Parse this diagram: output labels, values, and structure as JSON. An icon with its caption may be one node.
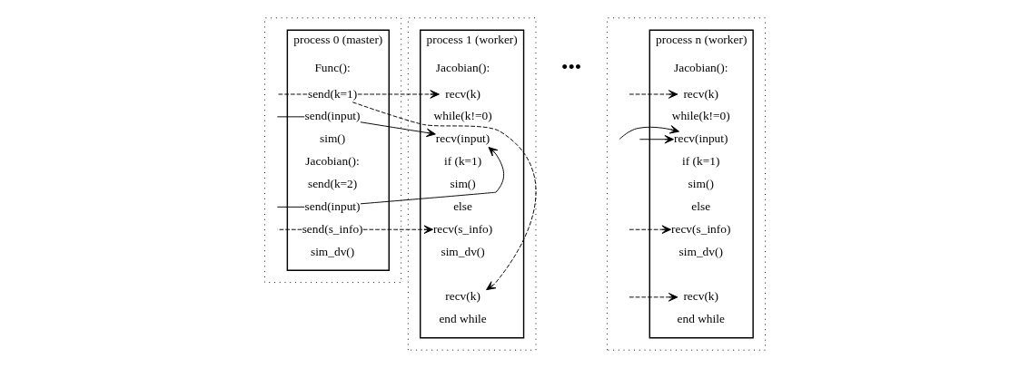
{
  "diagram": {
    "nodes": [
      {
        "text": [],
        "shape": "box"
      },
      {
        "text": [
          "process 0 (master)"
        ],
        "in": 0
      },
      {
        "text": [
          "Func():"
        ],
        "in": 1
      },
      {
        "text": [
          "send(k=1)"
        ],
        "in": 1
      },
      {
        "text": [
          "send(input)"
        ],
        "in": 1
      },
      {
        "text": [
          "sim()"
        ],
        "in": 1
      },
      {
        "text": [
          "Jacobian():"
        ],
        "in": 1
      },
      {
        "text": [
          "send(k=2)"
        ],
        "in": 1
      },
      {
        "text": [
          "send(input)"
        ],
        "in": 1
      },
      {
        "text": [
          "send(s_info)"
        ],
        "in": 1
      },
      {
        "text": [
          "sim_dv()"
        ],
        "in": 1
      },
      {
        "text": [],
        "shape": "box"
      },
      {
        "text": [
          "process 1 (worker)"
        ],
        "in": 11
      },
      {
        "text": [
          "Jacobian():"
        ],
        "in": 12
      },
      {
        "text": [
          "recv(k)"
        ],
        "in": 12
      },
      {
        "text": [
          "while(k!=0)"
        ],
        "in": 12
      },
      {
        "text": [
          "recv(input)"
        ],
        "in": 12
      },
      {
        "text": [
          "if (k=1)"
        ],
        "in": 12
      },
      {
        "text": [
          "sim()"
        ],
        "in": 12
      },
      {
        "text": [
          "else"
        ],
        "in": 12
      },
      {
        "text": [
          "recv(s_info)"
        ],
        "in": 12
      },
      {
        "text": [
          "sim_dv()"
        ],
        "in": 12
      },
      {
        "text": [
          "recv(k)"
        ],
        "in": 12
      },
      {
        "text": [
          "end while"
        ],
        "in": 12
      },
      {
        "text": [],
        "shape": "box"
      },
      {
        "text": [
          "process n (worker)"
        ],
        "in": 24
      },
      {
        "text": [
          "Jacobian():"
        ],
        "in": 25
      },
      {
        "text": [
          "recv(k)"
        ],
        "in": 25
      },
      {
        "text": [
          "while(k!=0)"
        ],
        "in": 25
      },
      {
        "text": [
          "recv(input)"
        ],
        "in": 25
      },
      {
        "text": [
          "if (k=1)"
        ],
        "in": 25
      },
      {
        "text": [
          "sim()"
        ],
        "in": 25
      },
      {
        "text": [
          "else"
        ],
        "in": 25
      },
      {
        "text": [
          "recv(s_info)"
        ],
        "in": 25
      },
      {
        "text": [
          "sim_dv()"
        ],
        "in": 25
      },
      {
        "text": [
          "recv(k)"
        ],
        "in": 25
      },
      {
        "text": [
          "end while"
        ],
        "in": 25
      }
    ],
    "edges": [
      {
        "from": 3,
        "to": 14,
        "arrow": "to",
        "style": "dashed"
      },
      {
        "from": 3,
        "to": null,
        "arrow": "none",
        "style": "dashed"
      },
      {
        "from": 3,
        "to": 22,
        "arrow": "to",
        "style": "dashed"
      },
      {
        "from": 4,
        "to": 16,
        "arrow": "to"
      },
      {
        "from": 4,
        "to": null,
        "arrow": "none"
      },
      {
        "from": 8,
        "to": 16,
        "arrow": "to"
      },
      {
        "from": 8,
        "to": null,
        "arrow": "none"
      },
      {
        "from": 9,
        "to": 20,
        "arrow": "to",
        "style": "dashed"
      },
      {
        "from": 9,
        "to": null,
        "arrow": "none",
        "style": "dashed"
      },
      {
        "from": null,
        "to": 27,
        "arrow": "to",
        "style": "dashed"
      },
      {
        "from": null,
        "to": 29,
        "arrow": "to"
      },
      {
        "from": null,
        "to": 29,
        "arrow": "to"
      },
      {
        "from": null,
        "to": 33,
        "arrow": "to",
        "style": "dashed"
      },
      {
        "from": null,
        "to": 35,
        "arrow": "to",
        "style": "dashed"
      }
    ],
    "labels": [
      "•••"
    ]
  }
}
